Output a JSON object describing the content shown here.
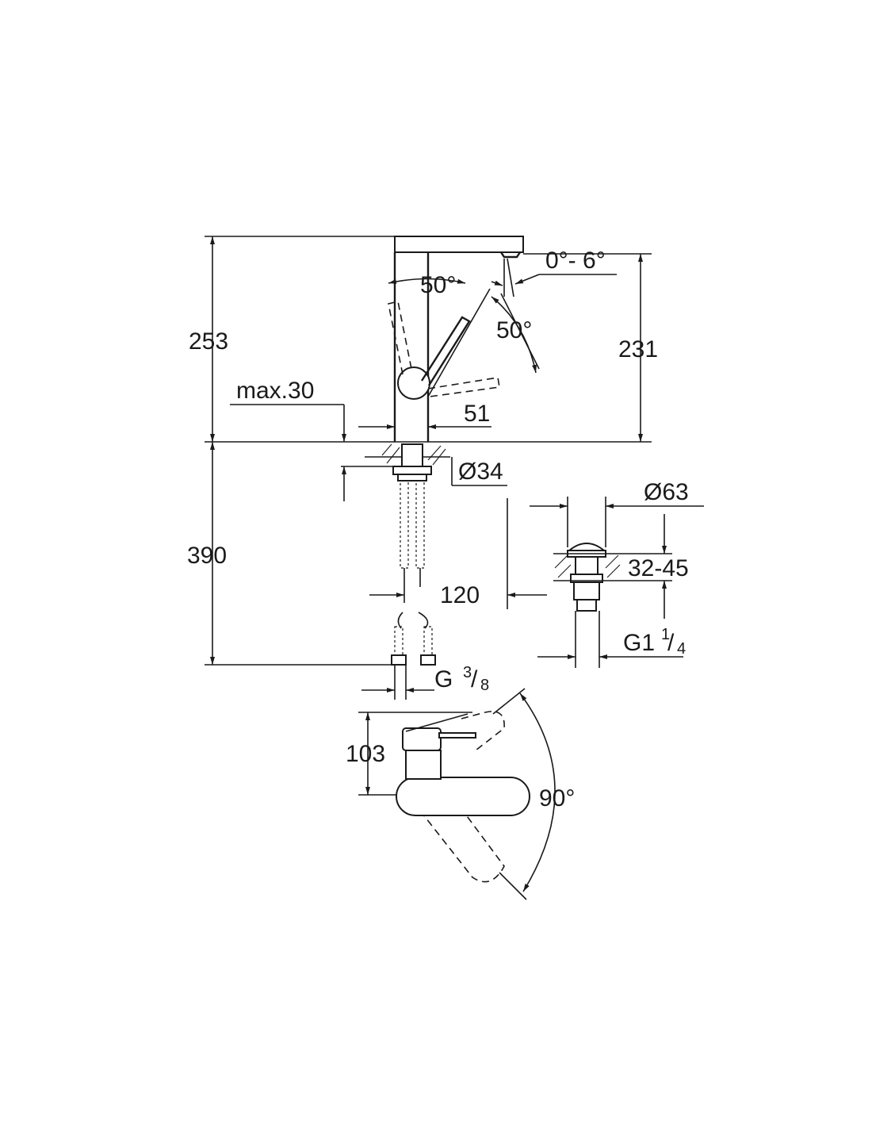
{
  "drawing": {
    "labels": {
      "height_total": "253",
      "height_spout": "231",
      "deck_thickness": "max.30",
      "body_diameter": "51",
      "lever_angle_front": "50°",
      "lever_angle_side": "50°",
      "spout_tilt": "0°- 6°",
      "hole_diameter": "Ø34",
      "hose_length": "390",
      "hose_spacing": "120",
      "hose_thread_main": "G",
      "hose_thread_num": "3",
      "hose_thread_den": "8",
      "waste_diameter": "Ø63",
      "waste_range": "32-45",
      "waste_thread_main": "G1",
      "waste_thread_num": "1",
      "waste_thread_den": "4",
      "lever_height": "103",
      "swivel_angle": "90°"
    }
  }
}
